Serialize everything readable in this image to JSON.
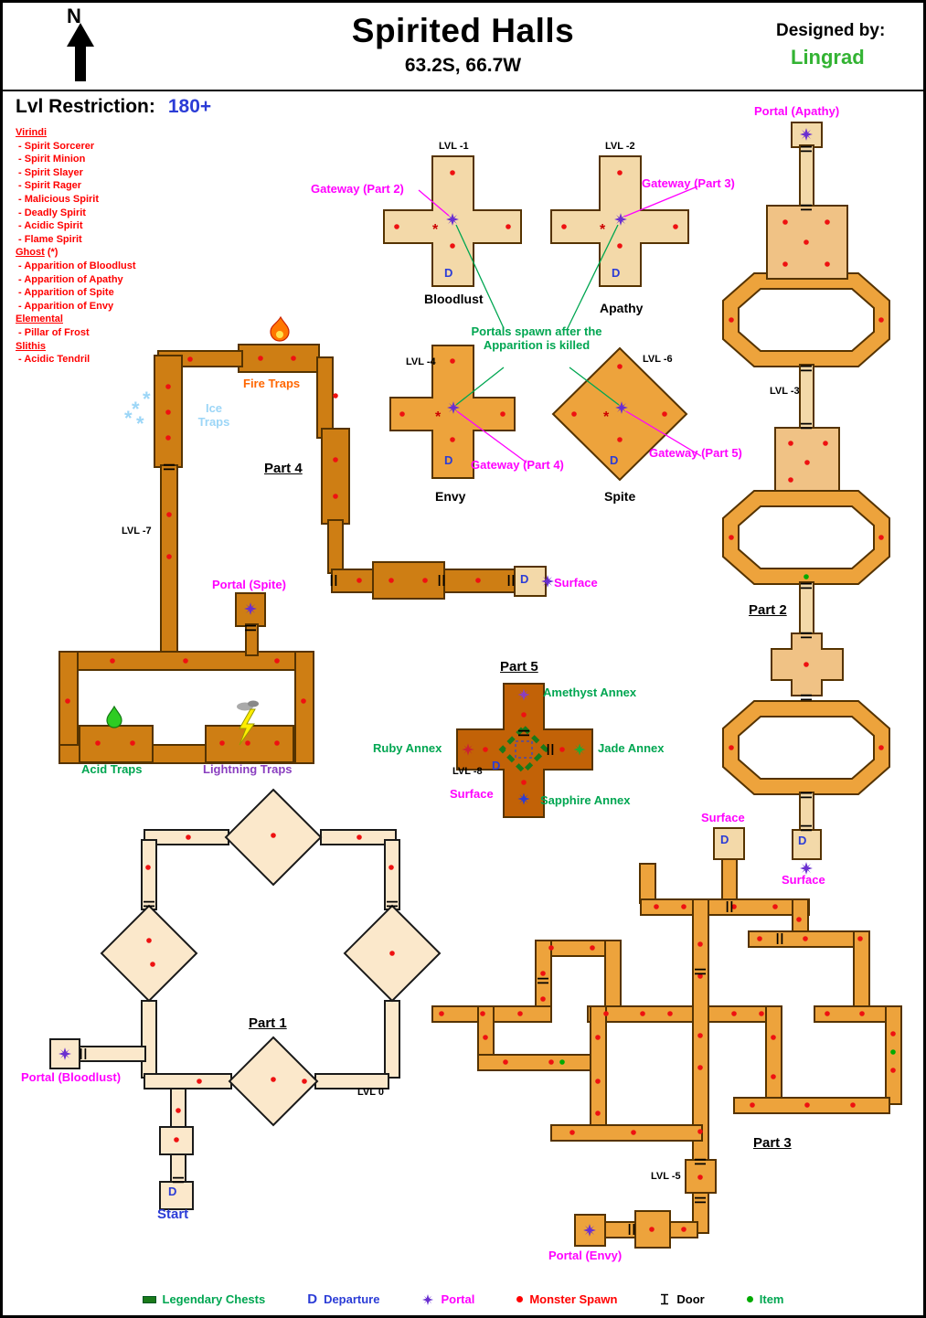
{
  "colors": {
    "magenta": "#ff00ff",
    "green": "#00a651",
    "blue": "#2b3cd6",
    "red": "#ff0000",
    "label-orange": "#ff6600",
    "ice-blue": "#9cd6f7",
    "purple": "#8a3fc0",
    "portal": "#6a2fd0",
    "cream": "#fbe8cb",
    "light-tan": "#f3d9a9",
    "tan": "#f0c285",
    "mid-orange": "#eda33c",
    "dark-orange": "#ce7e14",
    "brown-orange": "#c26207",
    "outline": "#553300",
    "chest-green": "#1a7a1a",
    "designer-green": "#33b333"
  },
  "header": {
    "compass": "N",
    "title": "Spirited Halls",
    "coordinates": "63.2S, 66.7W",
    "designed_by_label": "Designed by:",
    "designer": "Lingrad"
  },
  "restriction": {
    "label": "Lvl Restriction:",
    "value": "180+"
  },
  "creatures": {
    "groups": [
      {
        "name": "Virindi",
        "suffix": "",
        "items": [
          "Spirit Sorcerer",
          "Spirit Minion",
          "Spirit Slayer",
          "Spirit Rager",
          "Malicious Spirit",
          "Deadly Spirit",
          "Acidic Spirit",
          "Flame Spirit"
        ]
      },
      {
        "name": "Ghost",
        "suffix": "(*)",
        "items": [
          "Apparition of Bloodlust",
          "Apparition of Apathy",
          "Apparition of Spite",
          "Apparition of Envy"
        ]
      },
      {
        "name": "Elemental",
        "suffix": "",
        "items": [
          "Pillar of Frost"
        ]
      },
      {
        "name": "Slithis",
        "suffix": "",
        "items": [
          "Acidic Tendril"
        ]
      }
    ]
  },
  "map_labels": {
    "lvl_minus1": "LVL -1",
    "lvl_minus2": "LVL -2",
    "lvl_minus3": "LVL -3",
    "lvl_minus4": "LVL -4",
    "lvl_minus5": "LVL -5",
    "lvl_minus6": "LVL -6",
    "lvl_minus7": "LVL -7",
    "lvl_minus8": "LVL -8",
    "lvl_0": "LVL 0",
    "gateway_part2": "Gateway (Part 2)",
    "gateway_part3": "Gateway (Part 3)",
    "gateway_part4": "Gateway (Part 4)",
    "gateway_part5": "Gateway (Part 5)",
    "portal_apathy": "Portal (Apathy)",
    "portal_spite": "Portal (Spite)",
    "portal_bloodlust": "Portal (Bloodlust)",
    "portal_envy": "Portal (Envy)",
    "room_bloodlust": "Bloodlust",
    "room_apathy": "Apathy",
    "room_envy": "Envy",
    "room_spite": "Spite",
    "part1": "Part 1",
    "part2": "Part 2",
    "part3": "Part 3",
    "part4": "Part 4",
    "part5": "Part 5",
    "portals_note": "Portals spawn after the Apparition is killed",
    "fire_traps": "Fire Traps",
    "ice_traps": "Ice Traps",
    "acid_traps": "Acid Traps",
    "lightning_traps": "Lightning Traps",
    "surface": "Surface",
    "amethyst_annex": "Amethyst Annex",
    "ruby_annex": "Ruby Annex",
    "jade_annex": "Jade Annex",
    "sapphire_annex": "Sapphire Annex",
    "start": "Start"
  },
  "markers": {
    "departure": "D",
    "ghost_spawn": "*"
  },
  "legend": {
    "items": [
      {
        "label": "Legendary Chests"
      },
      {
        "label": "Departure"
      },
      {
        "label": "Portal"
      },
      {
        "label": "Monster Spawn"
      },
      {
        "label": "Door"
      },
      {
        "label": "Item"
      }
    ]
  }
}
